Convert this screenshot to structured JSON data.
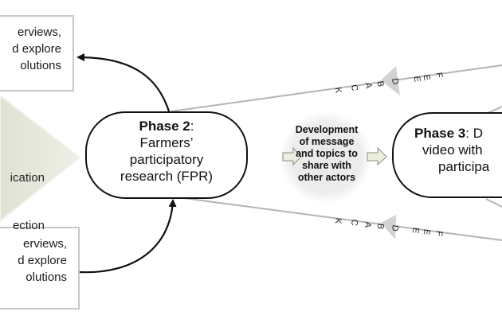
{
  "diagram": {
    "top_box": {
      "lines": [
        "erviews,",
        "d explore",
        "olutions"
      ]
    },
    "bottom_box": {
      "lines": [
        "erviews,",
        "d explore",
        "olutions"
      ]
    },
    "left_chevron": {
      "lines": [
        "ication",
        "ection"
      ],
      "fill_color": "#e7e8dc"
    },
    "phase2": {
      "title_bold": "Phase 2",
      "title_rest": ":",
      "lines": [
        "Farmers’",
        "participatory",
        "research (FPR)"
      ]
    },
    "development": {
      "lines": [
        "Development",
        "of message",
        "and topics to",
        "share with",
        "other actors"
      ]
    },
    "phase3": {
      "title_bold": "Phase 3",
      "title_rest": ": D",
      "lines": [
        "video with",
        "participa"
      ]
    },
    "feedback_top": {
      "letters": [
        "F",
        "E",
        "E",
        "D",
        "B",
        "A",
        "C",
        "K"
      ]
    },
    "feedback_bottom": {
      "letters": [
        "F",
        "E",
        "E",
        "D",
        "B",
        "A",
        "C",
        "K"
      ]
    },
    "colors": {
      "line_gray": "#b4b4b4",
      "triangle_gray": "#d2d2d2",
      "arrow_fill": "#eceee0",
      "ink": "#111111"
    }
  }
}
